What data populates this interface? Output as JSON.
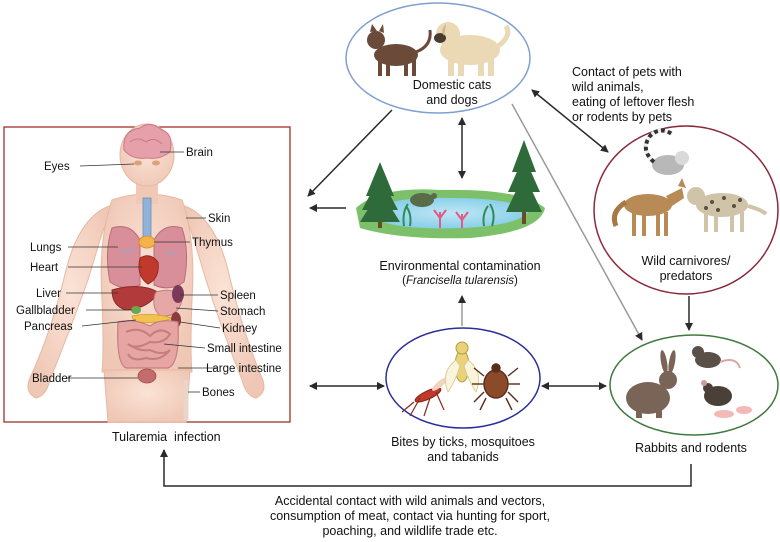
{
  "body_panel": {
    "organs": {
      "brain": "Brain",
      "eyes": "Eyes",
      "skin": "Skin",
      "lungs": "Lungs",
      "thymus": "Thymus",
      "heart": "Heart",
      "liver": "Liver",
      "spleen": "Spleen",
      "gallbladder": "Gallbladder",
      "stomach": "Stomach",
      "pancreas": "Pancreas",
      "kidney": "Kidney",
      "small_intestine": "Small intestine",
      "bladder": "Bladder",
      "large_intestine": "Large intestine",
      "bones": "Bones"
    },
    "caption": "Tularemia  infection"
  },
  "domestic": {
    "line1": "Domestic cats",
    "line2": "and dogs"
  },
  "pets_contact": {
    "line1": "Contact of pets with",
    "line2": "wild animals,",
    "line3": "eating of leftover flesh",
    "line4": "or rodents by pets"
  },
  "environment": {
    "line1": "Environmental contamination",
    "line2_open": "(",
    "pathogen": "Francisella tularensis",
    "line2_close": ")"
  },
  "wild": {
    "line1": "Wild carnivores/",
    "line2": "predators"
  },
  "vectors": {
    "line1": "Bites by ticks, mosquitoes",
    "line2": "and tabanids"
  },
  "rodents": {
    "label": "Rabbits and rodents"
  },
  "bottom_note": {
    "line1": "Accidental contact with wild animals and vectors,",
    "line2": "consumption of meat, contact via hunting for sport,",
    "line3": "poaching, and wildlife trade etc."
  },
  "colors": {
    "domestic_ring": "#7f9fd0",
    "wild_ring": "#8a2a3a",
    "rodent_ring": "#3f7a3f",
    "vector_ring": "#2b2f9a",
    "body_frame": "#a0302e",
    "arrow": "#2a2a2a",
    "arrow_light": "#9a9a9a"
  }
}
